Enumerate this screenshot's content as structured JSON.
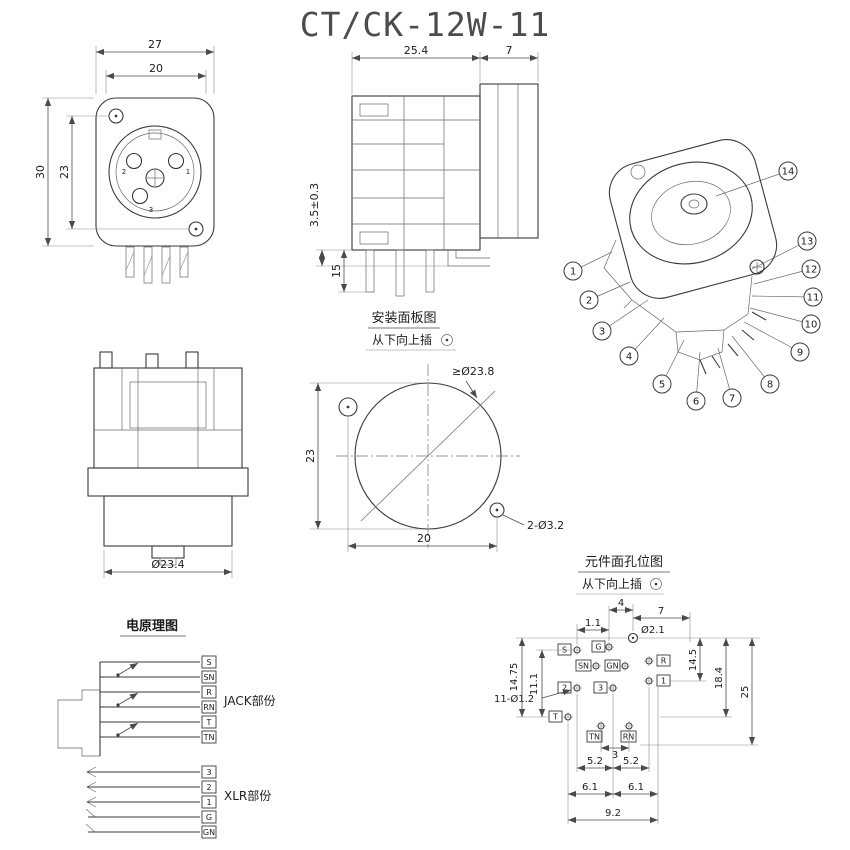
{
  "title": "CT/CK-12W-11",
  "front_view": {
    "dim_outer_width": "27",
    "dim_inner_width": "20",
    "dim_outer_height": "30",
    "dim_hole_spacing": "23",
    "pin_2": "2",
    "pin_1": "1",
    "pin_3": "3"
  },
  "side_view": {
    "dim_body_depth": "25.4",
    "dim_rear_depth": "7",
    "dim_pin_offset": "3.5±0.3",
    "dim_pin_length": "15"
  },
  "panel_cutout": {
    "heading": "安装面板图",
    "subheading": "从下向上插",
    "dim_min_diameter": "≥Ø23.8",
    "dim_vertical": "23",
    "dim_horizontal": "20",
    "dim_mount_holes": "2-Ø3.2"
  },
  "bottom_view": {
    "dim_diameter": "Ø23.4"
  },
  "exploded_view": {
    "callouts": [
      "1",
      "2",
      "3",
      "4",
      "5",
      "6",
      "7",
      "8",
      "9",
      "10",
      "11",
      "12",
      "13",
      "14"
    ]
  },
  "schematic": {
    "heading": "电原理图",
    "jack_section_label": "JACK部份",
    "xlr_section_label": "XLR部份",
    "jack_terminals": [
      "S",
      "SN",
      "R",
      "RN",
      "T",
      "TN"
    ],
    "xlr_terminals": [
      "3",
      "2",
      "1",
      "G",
      "GN"
    ]
  },
  "pcb_layout": {
    "heading": "元件面孔位图",
    "subheading": "从下向上插",
    "pads": [
      "S",
      "G",
      "SN",
      "GN",
      "R",
      "2",
      "3",
      "1",
      "T",
      "TN",
      "RN"
    ],
    "dim_left_outer": "14.75",
    "dim_left_inner": "11.1",
    "dim_top_small": "1.1",
    "dim_top_mid": "4",
    "dim_top_right": "7",
    "dim_center_hole": "Ø2.1",
    "dim_right_1": "14.5",
    "dim_right_2": "18.4",
    "dim_right_3": "25",
    "dim_small_holes": "11-Ø1.2",
    "dim_row_gap": "3",
    "dim_col_a": "5.2",
    "dim_col_b": "5.2",
    "dim_col_c": "6.1",
    "dim_col_d": "6.1",
    "dim_total_width": "9.2"
  }
}
